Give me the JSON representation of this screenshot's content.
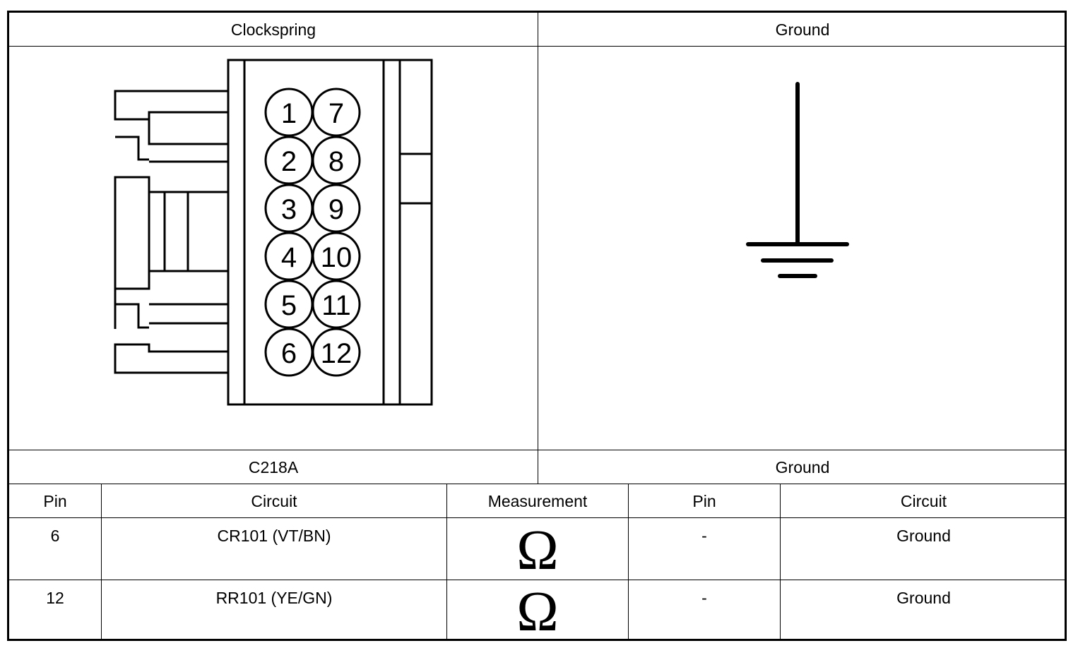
{
  "diagram": {
    "left_header": "Clockspring",
    "right_header": "Ground",
    "left_connector_id": "C218A",
    "right_connector_id": "Ground",
    "connector_pins": [
      [
        "1",
        "7"
      ],
      [
        "2",
        "8"
      ],
      [
        "3",
        "9"
      ],
      [
        "4",
        "10"
      ],
      [
        "5",
        "11"
      ],
      [
        "6",
        "12"
      ]
    ]
  },
  "table": {
    "headers": [
      "Pin",
      "Circuit",
      "Measurement",
      "Pin",
      "Circuit"
    ],
    "rows": [
      {
        "pin": "6",
        "circuit": "CR101 (VT/BN)",
        "measurement": "Ω",
        "dest_pin": "-",
        "dest_circuit": "Ground"
      },
      {
        "pin": "12",
        "circuit": "RR101 (YE/GN)",
        "measurement": "Ω",
        "dest_pin": "-",
        "dest_circuit": "Ground"
      }
    ]
  }
}
